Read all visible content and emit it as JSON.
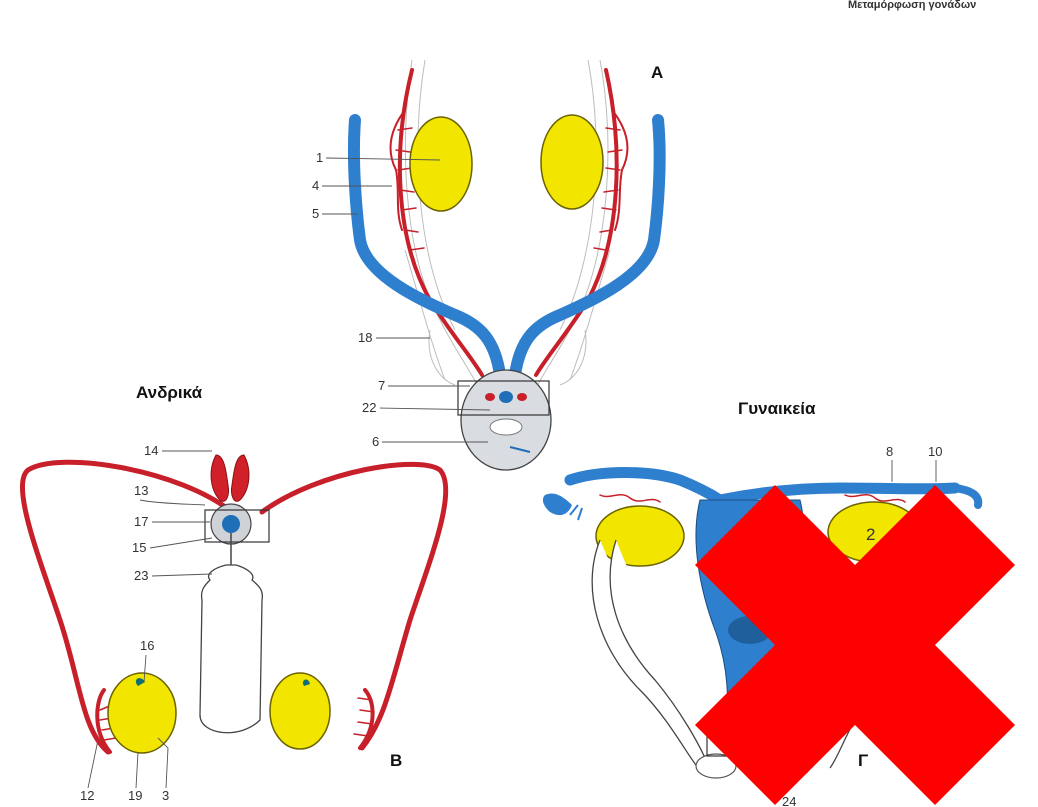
{
  "headings": {
    "male": "Ανδρικά",
    "female": "Γυναικεία"
  },
  "panels": {
    "a": "Α",
    "b": "Β",
    "g": "Γ"
  },
  "top_cut_text": "Μεταμόρφωση γονάδων",
  "labels": {
    "n1": "1",
    "n2": "2",
    "n3": "3",
    "n4": "4",
    "n5": "5",
    "n6": "6",
    "n7": "7",
    "n8": "8",
    "n10": "10",
    "n12": "12",
    "n13": "13",
    "n14": "14",
    "n15": "15",
    "n16": "16",
    "n17": "17",
    "n18": "18",
    "n19": "19",
    "n22": "22",
    "n23": "23",
    "n24": "24"
  },
  "colors": {
    "artery": "#c8202a",
    "vein": "#2f7fcf",
    "gonad": "#f2e600",
    "cross": "#ff0000"
  }
}
